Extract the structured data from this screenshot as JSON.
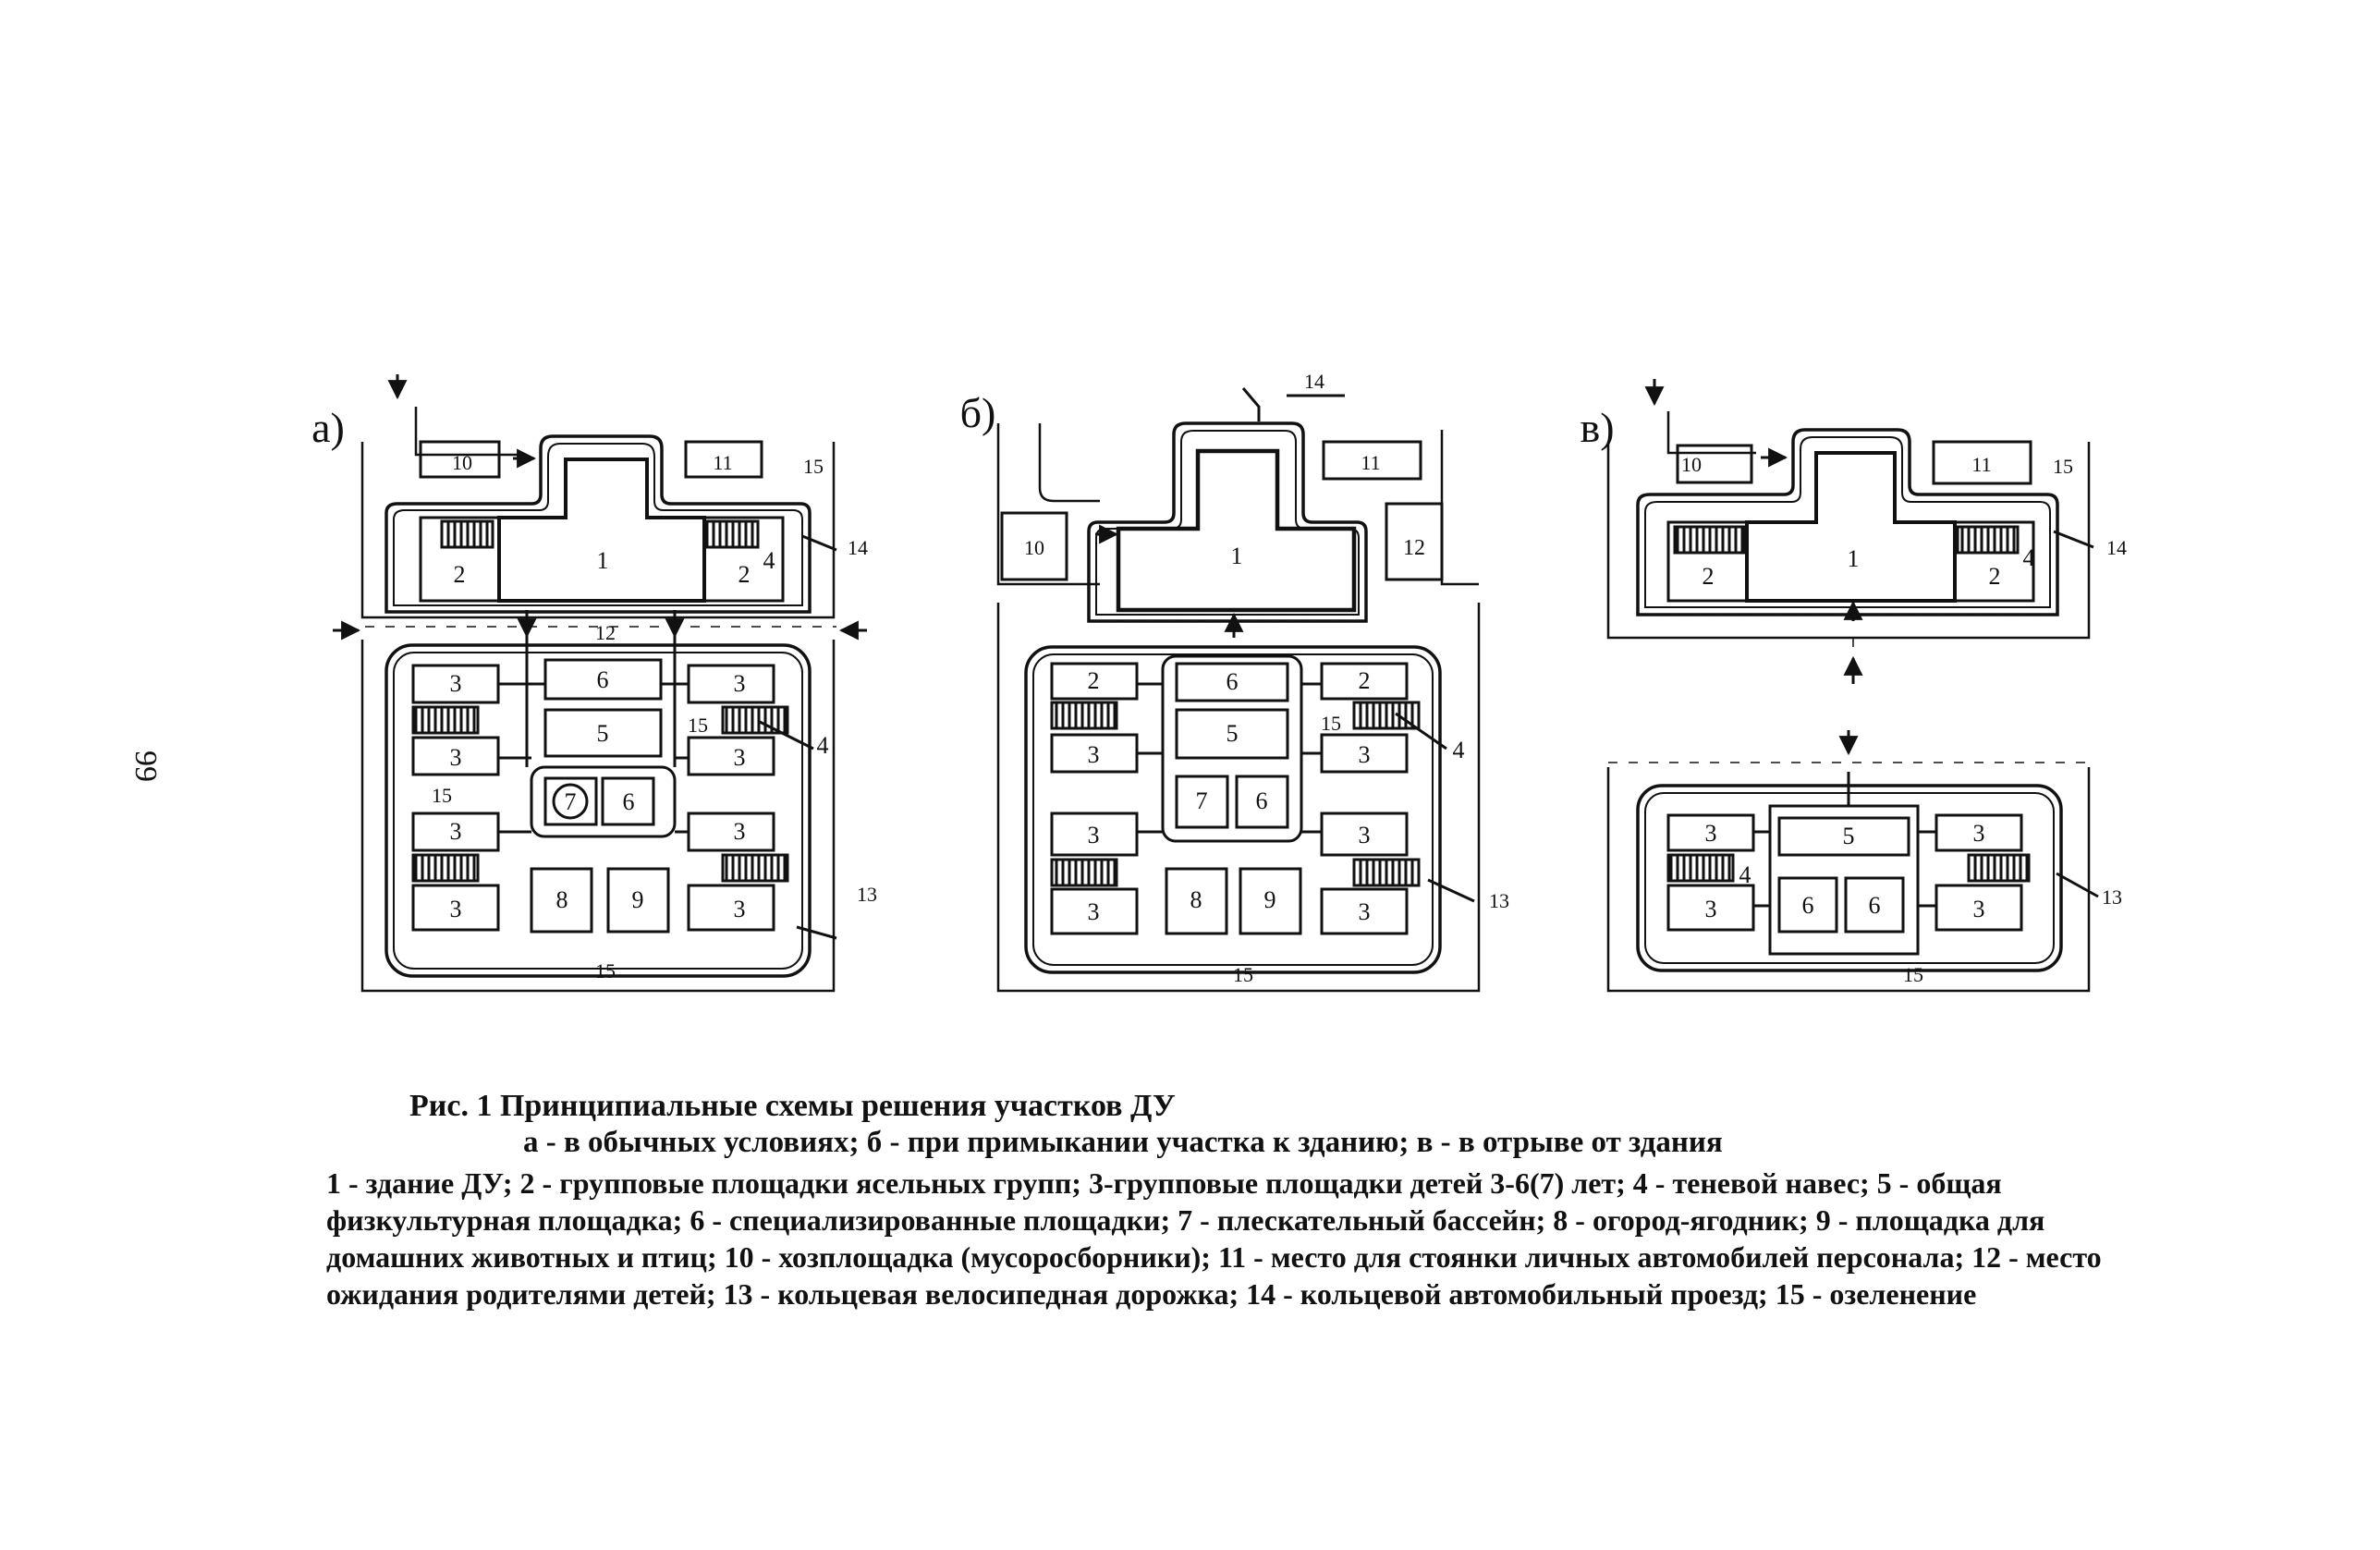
{
  "page_number": "99",
  "panels": {
    "a": {
      "letter": "а)",
      "labels": {
        "building": "1",
        "nursery_left": "2",
        "nursery_right": "2",
        "shade_right": "4",
        "shade_lower": "4",
        "group_1": "3",
        "group_2": "3",
        "group_3": "3",
        "group_4": "3",
        "group_5": "3",
        "group_6": "3",
        "group_7": "3",
        "group_8": "3",
        "special_top": "6",
        "special_bottom": "6",
        "sport": "5",
        "pool": "7",
        "garden": "8",
        "animals": "9",
        "service": "10",
        "parking": "11",
        "parents": "12",
        "bike": "13",
        "road": "14",
        "green_top": "15",
        "green_mid": "15",
        "green_left": "15",
        "green_bottom": "15"
      }
    },
    "b": {
      "letter": "б)",
      "labels": {
        "building": "1",
        "service": "10",
        "parking": "11",
        "parents": "12",
        "road": "14",
        "nursery_tl": "2",
        "nursery_tr": "2",
        "shade": "4",
        "group_1": "3",
        "group_2": "3",
        "group_3": "3",
        "group_4": "3",
        "group_5": "3",
        "group_6": "3",
        "special_top": "6",
        "sport": "5",
        "pool": "7",
        "special_bottom": "6",
        "garden": "8",
        "animals": "9",
        "bike": "13",
        "green_mid": "15",
        "green_bottom": "15"
      }
    },
    "c": {
      "letter": "в)",
      "labels": {
        "building": "1",
        "nursery_left": "2",
        "nursery_right": "2",
        "shade_top": "4",
        "shade_bottom": "4",
        "service": "10",
        "parking": "11",
        "green_top": "15",
        "road": "14",
        "group_1": "3",
        "group_2": "3",
        "group_3": "3",
        "group_4": "3",
        "sport": "5",
        "special_1": "6",
        "special_2": "6",
        "bike": "13",
        "green_bottom": "15"
      }
    }
  },
  "caption": {
    "title": "Рис. 1  Принципиальные схемы решения участков ДУ",
    "subtitle": "а - в обычных условиях;  б - при примыкании участка к зданию; в - в отрыве от здания",
    "legend": "1 - здание ДУ;  2 - групповые площадки ясельных групп;  3-групповые площадки детей 3-6(7) лет; 4 - теневой навес; 5 - общая физкультурная площадка;  6 - специализированные площадки; 7 - плескательный бассейн; 8 - огород-ягодник; 9 - площадка для домашних животных и птиц; 10 - хозплощадка (мусоросборники);  11 -  место для стоянки личных автомобилей персонала; 12 - место ожидания родителями детей; 13 -  кольцевая  велосипедная дорожка; 14 - кольцевой автомобильный проезд; 15 - озеленение"
  }
}
